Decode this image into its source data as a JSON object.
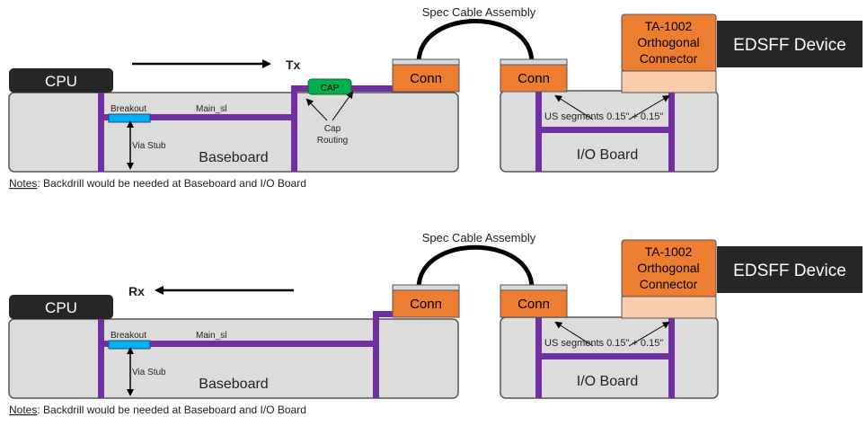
{
  "colors": {
    "board_fill": "#dcdcdc",
    "board_stroke": "#555555",
    "trace": "#7030a0",
    "breakout": "#00b0f0",
    "cap": "#00b050",
    "conn": "#ed7d31",
    "conn_cap": "#d9d9d9",
    "connector_light": "#f8cbad",
    "dark_box": "#262626",
    "cable": "#000000"
  },
  "panels": [
    {
      "direction_label": "Tx",
      "cable_label": "Spec Cable Assembly",
      "cpu_label": "CPU",
      "breakout_label": "Breakout",
      "main_label": "Main_sl",
      "via_stub_label": "Via Stub",
      "baseboard_label": "Baseboard",
      "cap_label": "CAP",
      "cap_routing_label_1": "Cap",
      "cap_routing_label_2": "Routing",
      "conn_left_label": "Conn",
      "conn_right_label": "Conn",
      "io_board_label": "I/O Board",
      "us_segments_label": "US segments 0.15\" + 0.15\"",
      "connector_label_1": "TA-1002",
      "connector_label_2": "Orthogonal",
      "connector_label_3": "Connector",
      "device_label": "EDSFF Device",
      "notes_key": "Notes",
      "notes_text": ": Backdrill would be needed at Baseboard and I/O Board"
    },
    {
      "direction_label": "Rx",
      "cable_label": "Spec Cable Assembly",
      "cpu_label": "CPU",
      "breakout_label": "Breakout",
      "main_label": "Main_sl",
      "via_stub_label": "Via Stub",
      "baseboard_label": "Baseboard",
      "conn_left_label": "Conn",
      "conn_right_label": "Conn",
      "io_board_label": "I/O Board",
      "us_segments_label": "US segments 0.15\" + 0.15\"",
      "connector_label_1": "TA-1002",
      "connector_label_2": "Orthogonal",
      "connector_label_3": "Connector",
      "device_label": "EDSFF Device",
      "notes_key": "Notes",
      "notes_text": ": Backdrill would be needed at Baseboard and I/O Board"
    }
  ]
}
